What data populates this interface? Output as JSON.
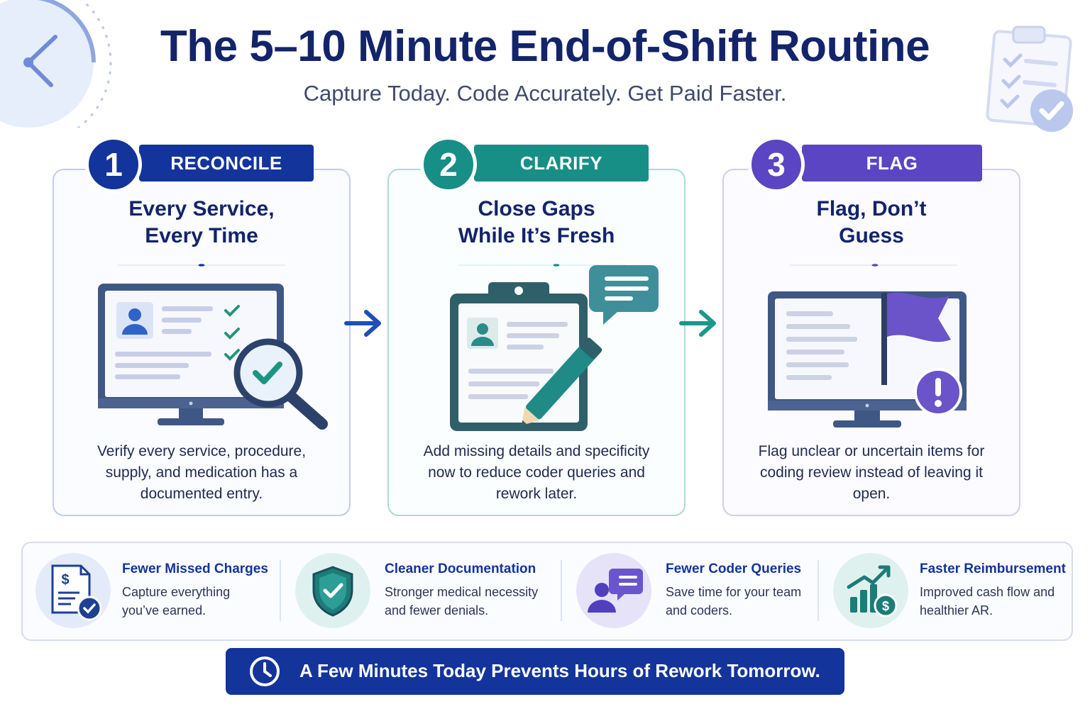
{
  "header": {
    "title": "The 5–10 Minute End-of-Shift Routine",
    "subtitle": "Capture Today. Code Accurately. Get Paid Faster."
  },
  "steps": [
    {
      "number": "1",
      "label": "RECONCILE",
      "heading_line1": "Every Service,",
      "heading_line2": "Every Time",
      "body": "Verify every service, procedure, supply, and medication has a documented entry.",
      "color": "#13349a",
      "icon": "monitor-checklist-magnifier-icon"
    },
    {
      "number": "2",
      "label": "CLARIFY",
      "heading_line1": "Close Gaps",
      "heading_line2": "While It’s Fresh",
      "body": "Add missing details and specificity now to reduce coder queries and rework later.",
      "color": "#178f87",
      "icon": "clipboard-pencil-chat-icon"
    },
    {
      "number": "3",
      "label": "FLAG",
      "heading_line1": "Flag, Don’t",
      "heading_line2": "Guess",
      "body": "Flag unclear or uncertain items for coding review instead of leaving it open.",
      "color": "#5b45c2",
      "icon": "monitor-flag-alert-icon"
    }
  ],
  "benefits": [
    {
      "title": "Fewer Missed Charges",
      "text": "Capture everything you’ve earned.",
      "icon": "invoice-check-icon"
    },
    {
      "title": "Cleaner Documentation",
      "text": "Stronger medical necessity and fewer denials.",
      "icon": "shield-check-icon"
    },
    {
      "title": "Fewer Coder Queries",
      "text": "Save time for your team and coders.",
      "icon": "person-chat-icon"
    },
    {
      "title": "Faster Reimbursement",
      "text": "Improved cash flow and healthier AR.",
      "icon": "growth-chart-dollar-icon"
    }
  ],
  "banner": {
    "text": "A Few Minutes Today Prevents Hours of Rework Tomorrow.",
    "icon": "clock-icon"
  },
  "colors": {
    "navy": "#13246b",
    "blue": "#13349a",
    "teal": "#178f87",
    "purple": "#5b45c2"
  }
}
